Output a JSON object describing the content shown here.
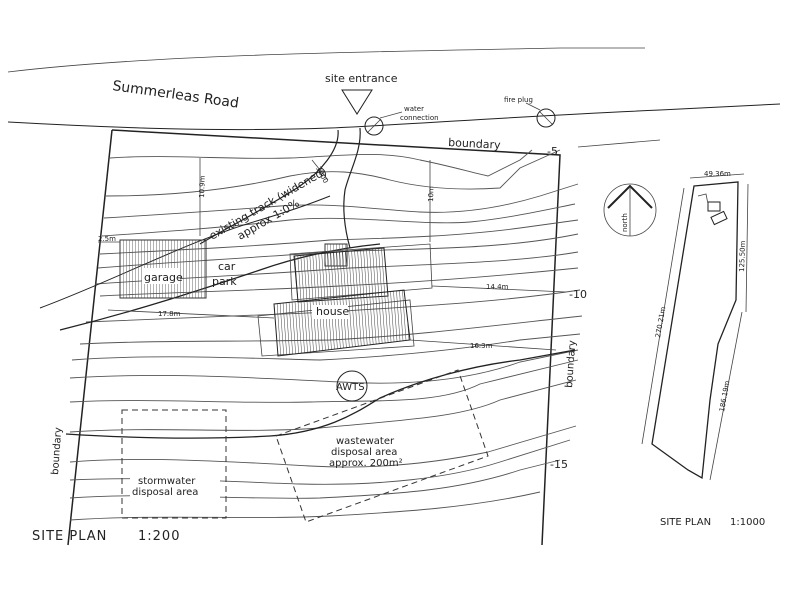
{
  "road": {
    "name": "Summerleas Road"
  },
  "labels": {
    "site_entrance": "site entrance",
    "water_connection_1": "water",
    "water_connection_2": "connection",
    "fire_plug": "fire plug",
    "boundary_top": "boundary",
    "boundary_left": "boundary",
    "boundary_right": "boundary",
    "track_line1": "existing track (widened)",
    "track_line2": "approx 1:0%",
    "garage": "garage",
    "car_park_1": "car",
    "car_park_2": "park",
    "house": "house",
    "awts": "AWTS",
    "wastewater_1": "wastewater",
    "wastewater_2": "disposal area",
    "wastewater_3": "approx. 200m²",
    "stormwater_1": "stormwater",
    "stormwater_2": "disposal area",
    "north": "north"
  },
  "contour_labels": {
    "c5": "-5",
    "c10": "-10",
    "c15": "-15"
  },
  "dimensions": {
    "d_track_width": "3000",
    "d_10_9": "10.9m",
    "d_10": "10m",
    "d_2_5": "2.5m",
    "d_17_8": "17.8m",
    "d_14_4": "14.4m",
    "d_16_3": "16.3m"
  },
  "inset": {
    "d_top": "49.36m",
    "d_right": "125.50m",
    "d_left": "270.21m",
    "d_lower": "186.19m"
  },
  "titles": {
    "main": "SITE PLAN",
    "main_scale": "1:200",
    "inset": "SITE PLAN",
    "inset_scale": "1:1000"
  },
  "colors": {
    "ink": "#222222",
    "hatch": "#555555",
    "paper": "#ffffff"
  }
}
